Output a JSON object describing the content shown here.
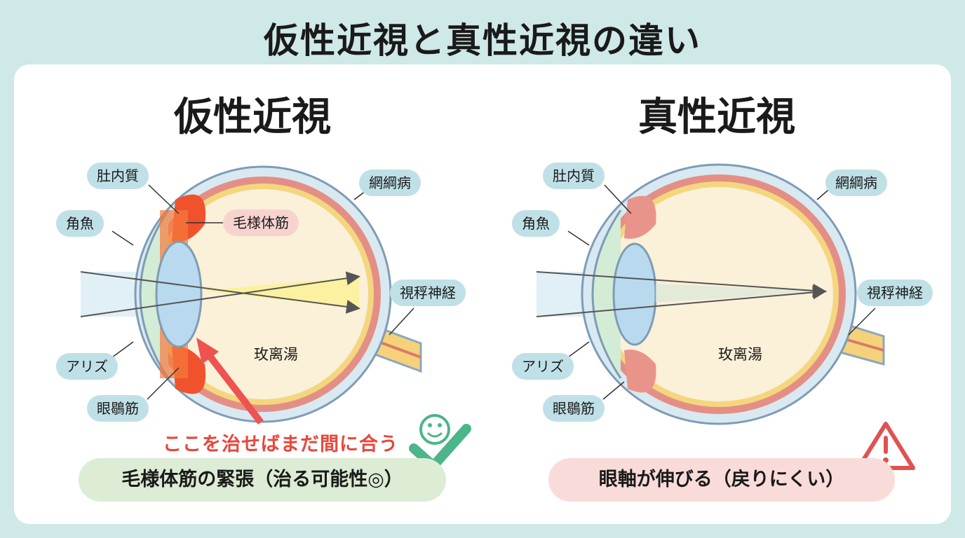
{
  "title": "仮性近視と真性近視の違い",
  "left_panel": {
    "heading": "仮性近視",
    "labels": {
      "top_left": "肚内質",
      "cornea": "角魚",
      "ciliary_callout": "毛様体筋",
      "retina": "網綱病",
      "optic_nerve": "視稃神経",
      "vitreous": "玫离湯",
      "iris": "アリズ",
      "bottom_left": "眼鶡筋"
    },
    "callout": "ここを治せばまだ間に合う",
    "summary": "毛様体筋の緊張（治る可能性◎）",
    "colors": {
      "heading_highlight": "#fbe3b8",
      "summary_bg": "#dcecd5",
      "callout": "#e8473b"
    }
  },
  "right_panel": {
    "heading": "真性近視",
    "labels": {
      "top_left": "肚内質",
      "cornea": "角魚",
      "retina": "網綱病",
      "optic_nerve": "視稃神経",
      "vitreous": "玫离湯",
      "iris": "アリズ",
      "bottom_left": "眼鶡筋"
    },
    "summary": "眼軸が伸びる（戻りにくい）",
    "colors": {
      "heading_highlight": "#fbd9d6",
      "summary_bg": "#f9dcd9",
      "warning": "#e05252"
    }
  },
  "icons": [
    "smiley-icon",
    "checkmark-icon",
    "warning-triangle-icon",
    "arrow-icon"
  ]
}
